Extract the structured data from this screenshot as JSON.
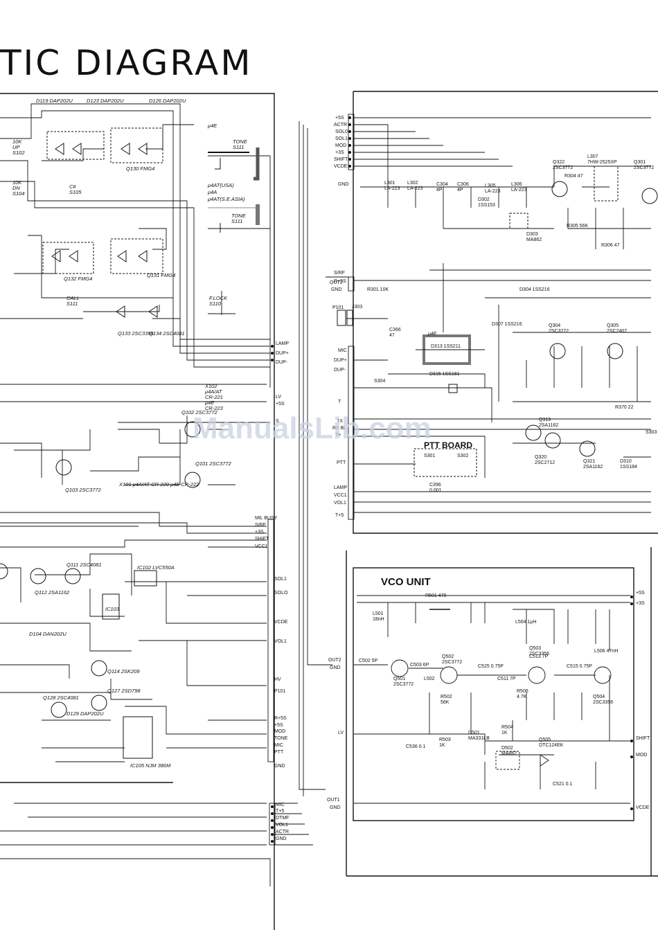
{
  "title": "TIC DIAGRAM",
  "watermark": "ManualsLib.com",
  "vco_unit_label": "VCO UNIT",
  "ptt_board_label": "PTT BOARD",
  "connector_left": [
    "LAMP",
    "DUP+",
    "DUP-",
    "LV",
    "+5S",
    "S",
    "MIL BUSY",
    "S/RF",
    "+3S",
    "SHIFT",
    "VCC1",
    "SOL1",
    "SOLO",
    "VCDE",
    "VOL1",
    "HV",
    "P101",
    "R+5S",
    "+5S",
    "MOD",
    "TONE",
    "MIC",
    "PTT",
    "GND"
  ],
  "connector_main_top": [
    "+5S",
    "ACTR",
    "SOL0",
    "SOL1",
    "MOD",
    "+3S",
    "SHIFT",
    "VCDE",
    "GND",
    "R+5S",
    "S/RF",
    "OUT2",
    "GND"
  ],
  "connector_main_mid": [
    "MIC",
    "DUP+",
    "DUP-",
    "T",
    "TX",
    "RX BL",
    "T+",
    "PTT",
    "LAMP",
    "VCC1",
    "VOL1",
    "T+5"
  ],
  "connector_bottom": [
    "MIC",
    "T+5",
    "DTMF",
    "VOL1",
    "ACTR",
    "GND"
  ],
  "vco_right": [
    "+5S",
    "+3S",
    "SHIFT",
    "MOD",
    "VCDE"
  ],
  "vco_left": [
    "OUT2",
    "GND",
    "LV",
    "OUT1",
    "GND"
  ],
  "top_labels": [
    "D119 DAP202U",
    "D123 DAP202U",
    "D126 DAP202U"
  ],
  "switch_labels": [
    "μ4E",
    "TONE S111",
    "μ4AT(USA)",
    "μ4A",
    "μ4AT(S.E.ASIA)",
    "TONE S111",
    "F.LOCK S110",
    "CALL S111",
    "10K UP S102",
    "10K DN S104",
    "C# S105"
  ],
  "ic_labels": [
    "Q130 FMG4",
    "Q131 FMG4",
    "Q132 FMG4",
    "Q133 2SC3395",
    "Q134 2SC4081",
    "X102 μ4A/AT CR-221 μ4E CR-223",
    "X101 μ4A/AT CR-220 μ4E CR-222",
    "Q102 2SC3772",
    "Q101 2SC3772",
    "Q103 2SC3772",
    "IC102 LVC550A",
    "IC103",
    "IC105 NJM 386M",
    "Q114 2SK209",
    "Q111 2SC4081",
    "Q112 2SA1162",
    "Q127 2SD798",
    "Q128 2SC4081",
    "D129 DAP202U",
    "D104 DAN202U"
  ],
  "main_labels": [
    "L301 LA-223",
    "L302 LA-223",
    "C304 4P",
    "C306 4P",
    "L305 LA-223",
    "L306 LA-223",
    "Q322 2SC3772",
    "L307 7HW-2525XP",
    "Q301 2SC3772",
    "D302 1SS153",
    "D303 MA862",
    "D304 1SS216",
    "R305 56K",
    "R306 47",
    "R304 47",
    "Q304 2SC3772",
    "Q305 2SC2407",
    "D313 1SS211",
    "D315 1SS181",
    "S304",
    "Q319 2SA1162",
    "Q320 2SC2712",
    "Q321 2SA1162",
    "R370 22",
    "D307 1SS216",
    "D310 1SS184",
    "S303",
    "P101",
    "J303",
    "C366 47",
    "R301 10K",
    "S301",
    "S302",
    "C396 0.001",
    "μ4E"
  ],
  "vco_labels": [
    "R501 470",
    "L501 18nH",
    "Q501 2SC3772",
    "Q502 2SC3772",
    "Q503 2SC3356",
    "Q504 2SC3356",
    "D502 MA862",
    "Q505 DTC124EK",
    "D501 MA331LB",
    "C502 5P",
    "C503 6P",
    "C525 0.75P",
    "C515 0.75P",
    "C513 7P",
    "R506 4.7K",
    "R504 1K",
    "R503 1K",
    "R502 56K",
    "L502",
    "L504 1μH",
    "L506 47nH",
    "C521 0.1",
    "C536 0.1",
    "C511 7P"
  ],
  "colors": {
    "ink": "#111111",
    "paper": "#ffffff",
    "watermark": "#c9d2e3"
  }
}
